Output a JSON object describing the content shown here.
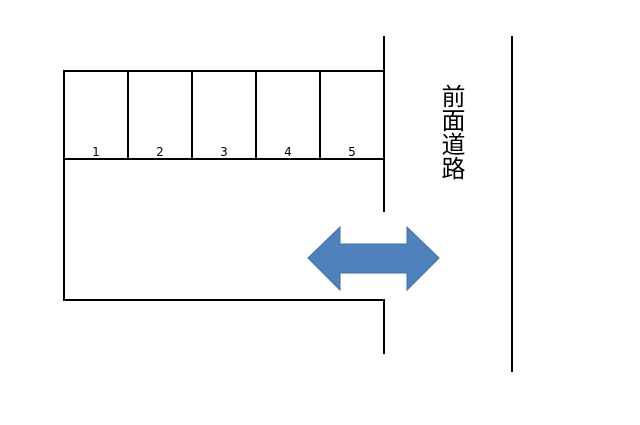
{
  "parking": {
    "spaces": [
      {
        "number": "1"
      },
      {
        "number": "2"
      },
      {
        "number": "3"
      },
      {
        "number": "4"
      },
      {
        "number": "5"
      }
    ]
  },
  "road": {
    "label": "前面道路"
  },
  "colors": {
    "arrow": "#4f81bd",
    "line": "#000000",
    "background": "#ffffff"
  }
}
